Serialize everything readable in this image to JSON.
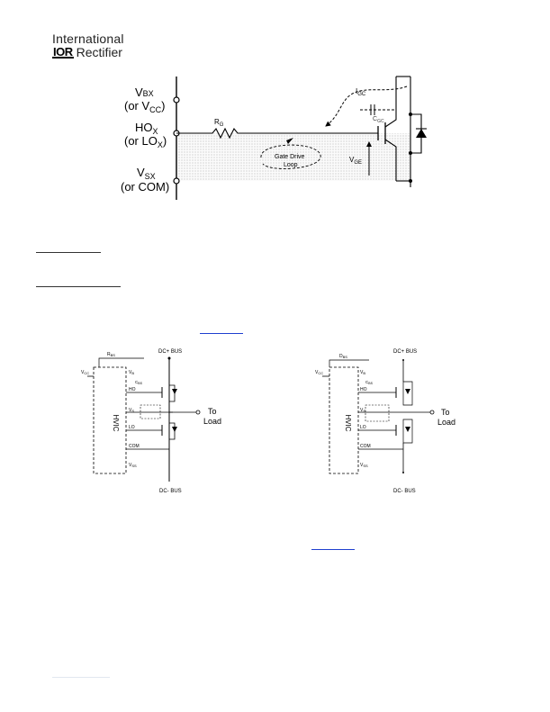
{
  "header": {
    "logo_line1": "International",
    "logo_mark": "IOR",
    "logo_word": "Rectifier"
  },
  "fig1": {
    "vbx": "V",
    "vbx_sub": "BX",
    "vbx_alt_a": "(or V",
    "vbx_alt_sub": "CC",
    "vbx_alt_b": ")",
    "hox": "HO",
    "hox_sub": "X",
    "hox_alt_a": "(or LO",
    "hox_alt_sub": "X",
    "hox_alt_b": ")",
    "vsx": "V",
    "vsx_sub": "SX",
    "vsx_alt": "(or COM)",
    "rg": "R",
    "rg_sub": "G",
    "igc": "I",
    "igc_sub": "GC",
    "cgc": "C",
    "cgc_sub": "GC",
    "vge": "V",
    "vge_sub": "GE",
    "loop_line1": "Gate Drive",
    "loop_line2": "Loop"
  },
  "fig2": {
    "left": {
      "dc_bus_pos": "DC+ BUS",
      "dc_bus_neg": "DC- BUS",
      "ic": "HVIC",
      "rbs": "R",
      "rbs_sub": "BS",
      "vcc": "V",
      "vcc_sub": "CC",
      "vb": "V",
      "vb_sub": "B",
      "cbs": "C",
      "cbs_sub": "BS",
      "ho": "HO",
      "vs": "V",
      "vs_sub": "S",
      "lo": "LO",
      "com": "COM",
      "vss": "V",
      "vss_sub": "SS",
      "to_load_1": "To",
      "to_load_2": "Load"
    },
    "right": {
      "dc_bus_pos": "DC+ BUS",
      "dc_bus_neg": "DC- BUS",
      "ic": "HVIC",
      "dbs": "D",
      "dbs_sub": "BS",
      "vcc": "V",
      "vcc_sub": "CC",
      "vb": "V",
      "vb_sub": "B",
      "cbs": "C",
      "cbs_sub": "BS",
      "ho": "HO",
      "vs": "V",
      "vs_sub": "S",
      "lo": "LO",
      "com": "COM",
      "vss": "V",
      "vss_sub": "SS",
      "to_load_1": "To",
      "to_load_2": "Load"
    }
  }
}
